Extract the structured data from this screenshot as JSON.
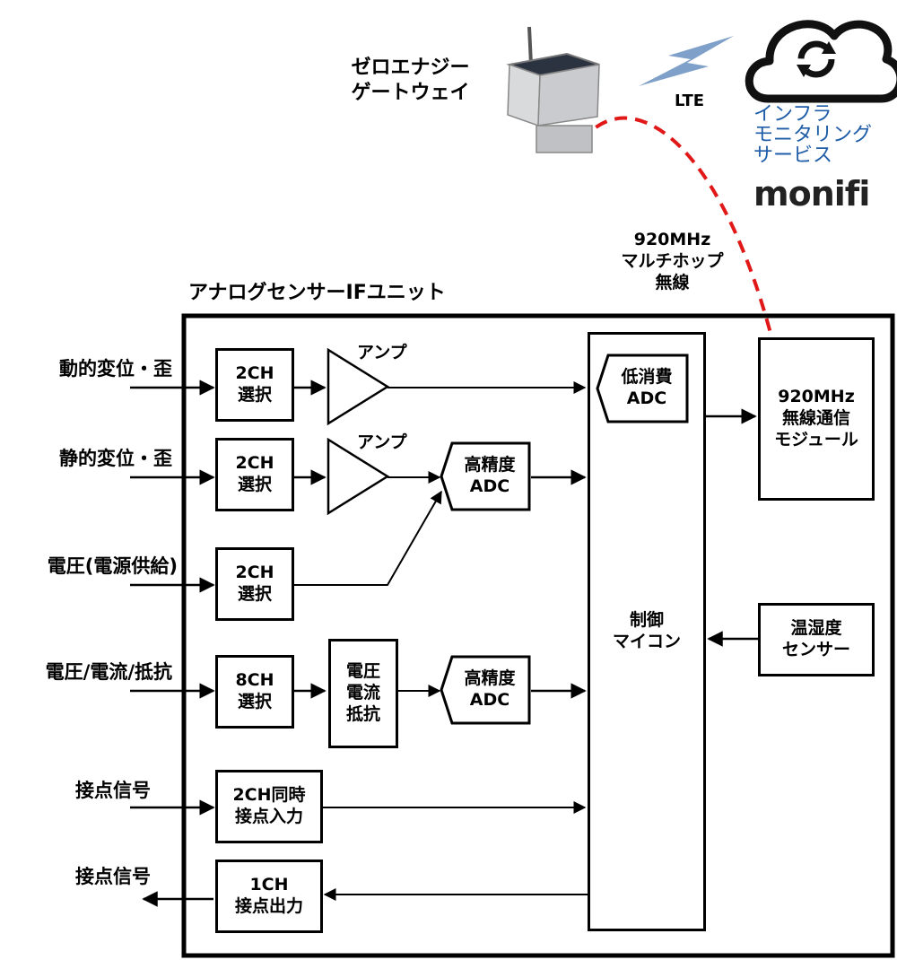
{
  "top": {
    "gateway_label": "ゼロエナジー\nゲートウェイ",
    "lte_label": "LTE",
    "service_label": "インフラ\nモニタリング\nサービス",
    "service_logo": "monifi",
    "wireless_label": "920MHz\nマルチホップ\n無線"
  },
  "unit": {
    "title": "アナログセンサーIFユニット"
  },
  "inputs": {
    "dynamic": "動的変位・歪",
    "static": "静的変位・歪",
    "voltage_supply": "電圧(電源供給)",
    "voltage_current_resistance": "電圧/電流/抵抗",
    "contact_in": "接点信号",
    "contact_out": "接点信号"
  },
  "blocks": {
    "sel1": "2CH\n選択",
    "sel2": "2CH\n選択",
    "sel3": "2CH\n選択",
    "sel4": "8CH\n選択",
    "contact_in_block": "2CH同時\n接点入力",
    "contact_out_block": "1CH\n接点出力",
    "vcr": "電圧\n電流\n抵抗",
    "amp1": "アンプ",
    "amp2": "アンプ",
    "adc_hi1": "高精度\nADC",
    "adc_hi2": "高精度\nADC",
    "adc_low": "低消費\nADC",
    "mcu": "制御\nマイコン",
    "radio": "920MHz\n無線通信\nモジュール",
    "thsensor": "温湿度\nセンサー"
  }
}
